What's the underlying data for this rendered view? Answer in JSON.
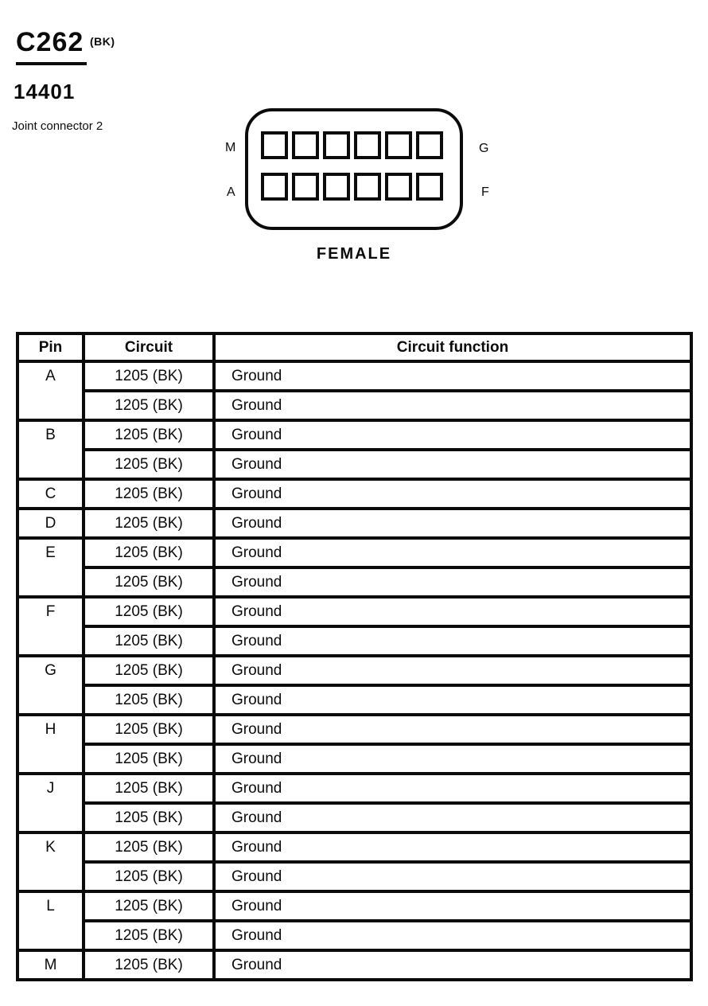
{
  "colors": {
    "ink": "#0b0b0b",
    "paper": "#ffffff"
  },
  "header": {
    "connector_id": "C262",
    "color_code": "(BK)",
    "part_number": "14401",
    "description": "Joint connector 2"
  },
  "connector": {
    "gender_label": "FEMALE",
    "rows": 2,
    "cols": 6,
    "corner_labels": {
      "top_left": "M",
      "top_right": "G",
      "bottom_left": "A",
      "bottom_right": "F"
    }
  },
  "table": {
    "headers": [
      "Pin",
      "Circuit",
      "Circuit function"
    ],
    "groups": [
      {
        "pin": "A",
        "rows": [
          {
            "circuit": "1205 (BK)",
            "function": "Ground"
          },
          {
            "circuit": "1205 (BK)",
            "function": "Ground"
          }
        ]
      },
      {
        "pin": "B",
        "rows": [
          {
            "circuit": "1205 (BK)",
            "function": "Ground"
          },
          {
            "circuit": "1205 (BK)",
            "function": "Ground"
          }
        ]
      },
      {
        "pin": "C",
        "rows": [
          {
            "circuit": "1205 (BK)",
            "function": "Ground"
          }
        ]
      },
      {
        "pin": "D",
        "rows": [
          {
            "circuit": "1205 (BK)",
            "function": "Ground"
          }
        ]
      },
      {
        "pin": "E",
        "rows": [
          {
            "circuit": "1205 (BK)",
            "function": "Ground"
          },
          {
            "circuit": "1205 (BK)",
            "function": "Ground"
          }
        ]
      },
      {
        "pin": "F",
        "rows": [
          {
            "circuit": "1205 (BK)",
            "function": "Ground"
          },
          {
            "circuit": "1205 (BK)",
            "function": "Ground"
          }
        ]
      },
      {
        "pin": "G",
        "rows": [
          {
            "circuit": "1205 (BK)",
            "function": "Ground"
          },
          {
            "circuit": "1205 (BK)",
            "function": "Ground"
          }
        ]
      },
      {
        "pin": "H",
        "rows": [
          {
            "circuit": "1205 (BK)",
            "function": "Ground"
          },
          {
            "circuit": "1205 (BK)",
            "function": "Ground"
          }
        ]
      },
      {
        "pin": "J",
        "rows": [
          {
            "circuit": "1205 (BK)",
            "function": "Ground"
          },
          {
            "circuit": "1205 (BK)",
            "function": "Ground"
          }
        ]
      },
      {
        "pin": "K",
        "rows": [
          {
            "circuit": "1205 (BK)",
            "function": "Ground"
          },
          {
            "circuit": "1205 (BK)",
            "function": "Ground"
          }
        ]
      },
      {
        "pin": "L",
        "rows": [
          {
            "circuit": "1205 (BK)",
            "function": "Ground"
          },
          {
            "circuit": "1205 (BK)",
            "function": "Ground"
          }
        ]
      },
      {
        "pin": "M",
        "rows": [
          {
            "circuit": "1205 (BK)",
            "function": "Ground"
          }
        ]
      }
    ]
  }
}
